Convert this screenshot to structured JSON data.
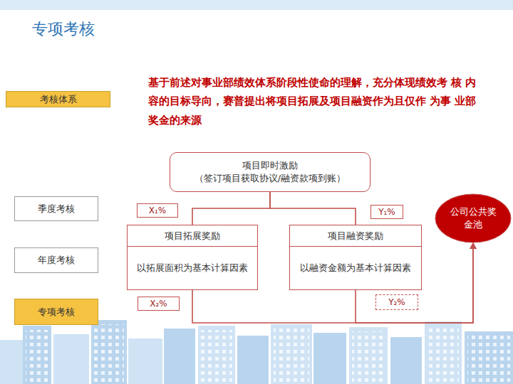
{
  "diagram": {
    "title": "专项考核",
    "nodes": [
      {
        "text": [
          "考核体系"
        ]
      },
      {
        "text": [
          "季度考核"
        ]
      },
      {
        "text": [
          "年度考核"
        ]
      },
      {
        "text": [
          "专项考核"
        ]
      },
      {
        "text": [
          "项目即时激励",
          "（签订项目获取协议/融资款项到账）"
        ]
      },
      {
        "text": [
          "项目拓展奖励",
          "以拓展面积为基本计算因素"
        ]
      },
      {
        "text": [
          "项目融资奖励",
          "以融资金额为基本计算因素"
        ]
      },
      {
        "text": [
          "公司公共奖金池"
        ]
      },
      {
        "text": [
          "X₁%"
        ]
      },
      {
        "text": [
          "Y₁%"
        ]
      },
      {
        "text": [
          "X₂%"
        ]
      },
      {
        "text": [
          "Y₂%"
        ]
      }
    ],
    "edges": [
      {
        "from": 4,
        "to": 5,
        "arrow": "none"
      },
      {
        "from": 4,
        "to": 6,
        "arrow": "none"
      },
      {
        "from": 5,
        "to": 7,
        "arrow": "to"
      },
      {
        "from": 6,
        "to": 7,
        "arrow": "to"
      }
    ],
    "labels": [
      "基于前述对事业部绩效体系阶段性使命的理解，充分体现绩效考 核 内容的目标导向，赛普提出将项目拓展及项目融资作为且仅作 为事 业部奖金的来源"
    ]
  }
}
